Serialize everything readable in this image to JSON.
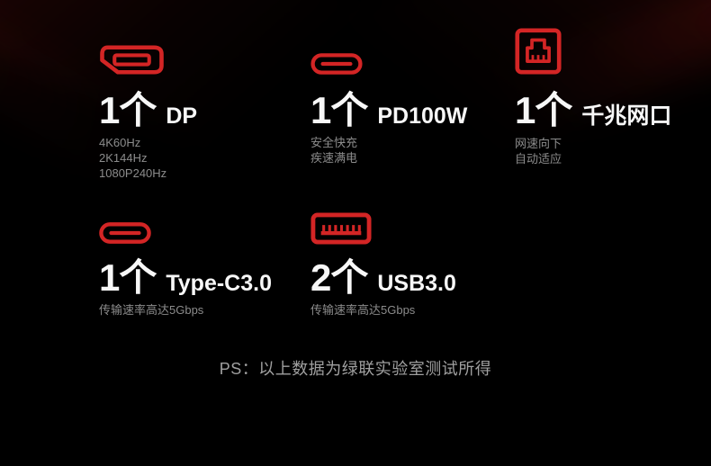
{
  "colors": {
    "accent": "#d32525",
    "background": "#000000",
    "title_text": "#f7f7f7",
    "subtext": "#8c8c8c",
    "footnote_text": "#a0a0a0"
  },
  "features": [
    {
      "count": "1个",
      "label": "DP",
      "icon": "displayport-icon",
      "details": [
        "4K60Hz",
        "2K144Hz",
        "1080P240Hz"
      ]
    },
    {
      "count": "1个",
      "label": "PD100W",
      "icon": "usb-c-icon",
      "details": [
        "安全快充",
        "疾速满电"
      ]
    },
    {
      "count": "1个",
      "label": "千兆网口",
      "icon": "ethernet-icon",
      "details": [
        "网速向下",
        "自动适应"
      ]
    },
    {
      "count": "1个",
      "label": "Type-C3.0",
      "icon": "usb-c-icon",
      "details": [
        "传输速率高达5Gbps"
      ]
    },
    {
      "count": "2个",
      "label": "USB3.0",
      "icon": "usb-a-icon",
      "details": [
        "传输速率高达5Gbps"
      ]
    }
  ],
  "footnote": "PS：以上数据为绿联实验室测试所得"
}
